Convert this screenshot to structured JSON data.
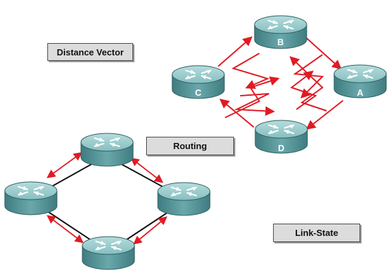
{
  "labels": {
    "distance_vector": "Distance Vector",
    "routing": "Routing",
    "link_state": "Link-State"
  },
  "distance_vector_routers": {
    "B": "B",
    "C": "C",
    "A": "A",
    "D": "D"
  },
  "colors": {
    "router_top": "#8fc3c5",
    "router_side": "#4e8e92",
    "arrow": "#e01b24",
    "link": "#111111",
    "label_bg": "#dcdcdc"
  },
  "icons": [
    "router-icon",
    "double-arrow",
    "lightning-arrow"
  ]
}
